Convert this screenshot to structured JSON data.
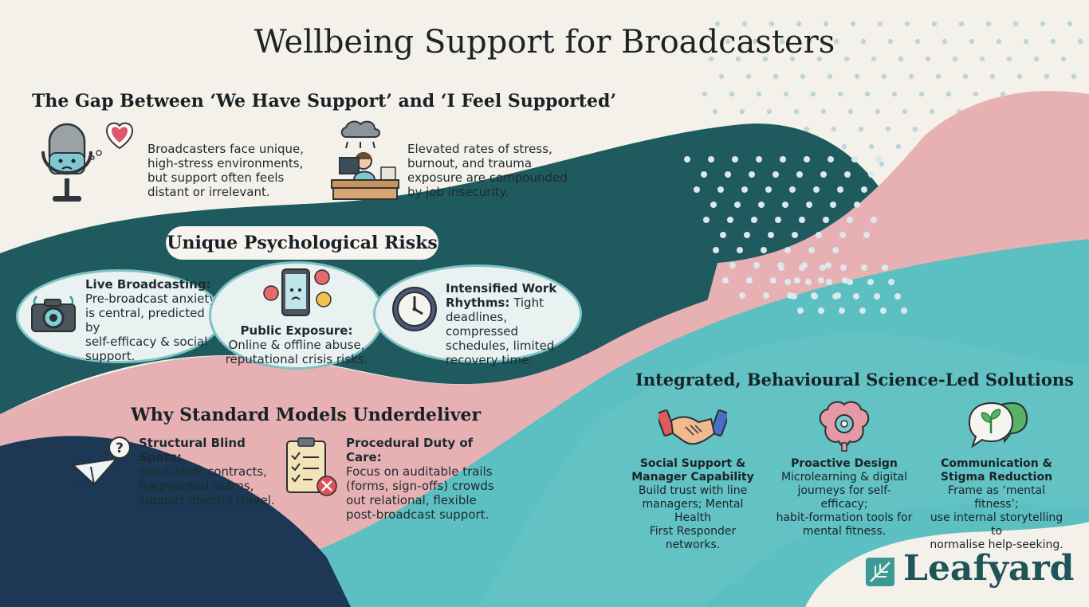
{
  "title": "Wellbeing Support for Broadcasters",
  "gap": {
    "heading": "The Gap Between ‘We Have Support’ and ‘I Feel Supported’",
    "items": [
      {
        "text_lines": [
          "Broadcasters face unique,",
          "high-stress environments,",
          "but support often feels",
          "distant or irrelevant."
        ],
        "icon": "sad-microphone-icon"
      },
      {
        "text_lines": [
          "Elevated rates of stress,",
          "burnout, and trauma",
          "exposure are compounded",
          "by job insecurity."
        ],
        "icon": "stressed-worker-icon"
      }
    ]
  },
  "risks": {
    "heading": "Unique Psychological Risks",
    "items": [
      {
        "title": "Live Broadcasting:",
        "lines": [
          "Pre-broadcast anxiety",
          "is central, predicted by",
          "self-efficacy & social",
          "support."
        ],
        "icon": "camera-icon"
      },
      {
        "title": "Public Exposure:",
        "lines": [
          "Online & offline abuse,",
          "reputational crisis risks."
        ],
        "icon": "phone-abuse-icon"
      },
      {
        "title": "Intensified Work",
        "title_rest": "Rhythms:",
        "lines_first": " Tight",
        "lines": [
          "deadlines, compressed",
          "schedules, limited",
          "recovery time."
        ],
        "icon": "clock-icon"
      }
    ]
  },
  "why": {
    "heading": "Why Standard Models Underdeliver",
    "items": [
      {
        "title": "Structural Blind Spots:",
        "lines": [
          "Short-term contracts,",
          "fragmented teams,",
          "support doesn't travel."
        ],
        "icon": "paper-plane-icon"
      },
      {
        "title": "Procedural Duty of Care:",
        "lines": [
          "Focus on auditable trails",
          "(forms, sign-offs) crowds",
          "out relational, flexible",
          "post-broadcast support."
        ],
        "icon": "clipboard-icon"
      }
    ]
  },
  "solutions": {
    "heading": "Integrated, Behavioural Science-Led Solutions",
    "items": [
      {
        "title_lines": [
          "Social Support &",
          "Manager Capability"
        ],
        "lines": [
          "Build trust with line",
          "managers; Mental Health",
          "First Responder networks."
        ],
        "icon": "handshake-icon"
      },
      {
        "title_lines": [
          "Proactive Design"
        ],
        "lines": [
          "Microlearning & digital",
          "journeys for self-efficacy;",
          "habit-formation tools for",
          "mental fitness."
        ],
        "icon": "brain-gear-icon"
      },
      {
        "title_lines": [
          "Communication &",
          "Stigma Reduction"
        ],
        "lines": [
          "Frame as ‘mental fitness’;",
          "use internal storytelling to",
          "normalise help-seeking."
        ],
        "icon": "chat-sprout-icon"
      }
    ]
  },
  "brand": {
    "name": "Leafyard"
  },
  "colors": {
    "background": "#f3f1ea",
    "dark_teal": "#1f5a5e",
    "pink": "#e7b1b4",
    "aqua": "#5cbfc2",
    "navy": "#1c3854",
    "dots": "#a9cbd8"
  }
}
